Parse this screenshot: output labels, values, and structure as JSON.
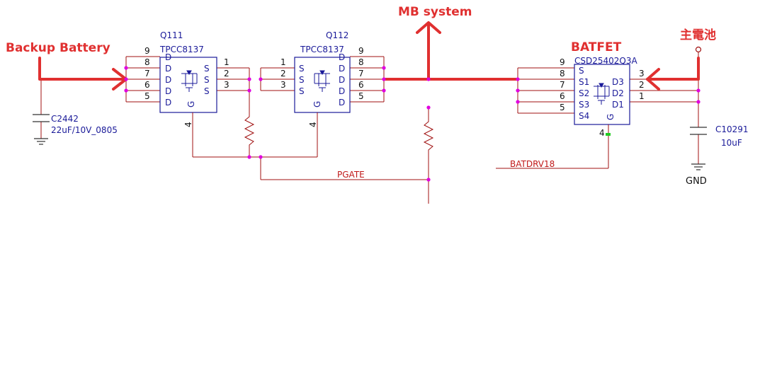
{
  "annotations": {
    "backup_battery": "Backup Battery",
    "mb_system": "MB system",
    "batfet": "BATFET",
    "main_battery": "主電池"
  },
  "q111": {
    "ref": "Q111",
    "part": "TPCC8137",
    "pins_left": [
      "9",
      "8",
      "7",
      "6",
      "5"
    ],
    "pins_right": [
      "1",
      "2",
      "3"
    ],
    "pin_gate": "4",
    "labels_left": [
      "D",
      "D",
      "D",
      "D",
      "D"
    ],
    "labels_right": [
      "S",
      "S",
      "S"
    ],
    "label_gate": "G"
  },
  "q112": {
    "ref": "Q112",
    "part": "TPCC8137",
    "pins_left": [
      "1",
      "2",
      "3"
    ],
    "pins_right": [
      "9",
      "8",
      "7",
      "6",
      "5"
    ],
    "pin_gate": "4",
    "labels_left": [
      "S",
      "S",
      "S"
    ],
    "labels_right": [
      "D",
      "D",
      "D",
      "D",
      "D"
    ],
    "label_gate": "G"
  },
  "batfet_part": {
    "part": "CSD25402Q3A",
    "pins_left": [
      "9",
      "8",
      "7",
      "6",
      "5"
    ],
    "pins_right": [
      "3",
      "2",
      "1"
    ],
    "pin_gate": "4",
    "labels_left": [
      "S",
      "S1",
      "S2",
      "S3",
      "S4"
    ],
    "labels_right": [
      "D3",
      "D2",
      "D1"
    ],
    "label_gate": "G"
  },
  "c2442": {
    "ref": "C2442",
    "value": "22uF/10V_0805"
  },
  "c10291": {
    "ref": "C10291",
    "value": "10uF"
  },
  "nets": {
    "pgate": "PGATE",
    "batdrv": "BATDRV18",
    "gnd": "GND"
  },
  "colors": {
    "wire": "#a01010",
    "part": "#1a1a99",
    "annotation": "#e03030",
    "junction": "#e000e0",
    "pinhighlight": "#22cc22"
  }
}
